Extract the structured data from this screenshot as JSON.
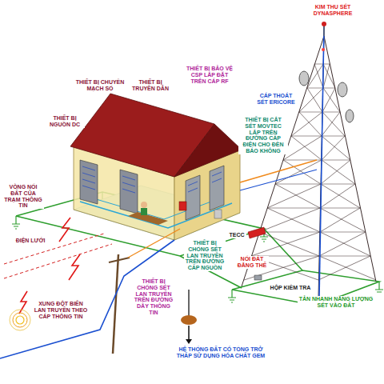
{
  "diagram": {
    "labels": [
      "KIM THU SÉT DYNASPHERE",
      "THIẾT BỊ CHUYỂN MẠCH SỐ",
      "THIẾT BỊ TRUYỀN DẪN",
      "THIẾT BỊ NGUỒN DC",
      "THIẾT BỊ BẢO VỆ CSP LẮP ĐẶT TRÊN CÁP RF",
      "CÁP THOÁT SÉT ERICORE",
      "THIẾT BỊ CẮT SÉT MOVTEC LẮP TRÊN ĐƯỜNG CẤP ĐIỆN CHO ĐÈN BÁO KHÔNG",
      "VÒNG NỐI ĐẤT CỦA TRẠM THÔNG TIN",
      "ĐIỆN LƯỚI",
      "XUNG ĐỘT BIẾN LAN TRUYỀN THEO CÁP THÔNG TIN",
      "THIẾT BỊ CHỐNG SÉT LAN TRUYỀN TRÊN ĐƯỜNG DÂY THÔNG TIN",
      "THIẾT BỊ CHỐNG SÉT LAN TRUYỀN TRÊN ĐƯỜNG CẤP NGUỒN",
      "TECC",
      "NỐI ĐẤT ĐẲNG THẾ",
      "HỘP KIỂM TRA",
      "TẢN NHANH NĂNG LƯỢNG SÉT VÀO ĐẤT",
      "HỆ THỐNG ĐẤT CÓ TỔNG TRỞ THẤP SỬ DỤNG HÓA CHẤT GEM"
    ]
  }
}
